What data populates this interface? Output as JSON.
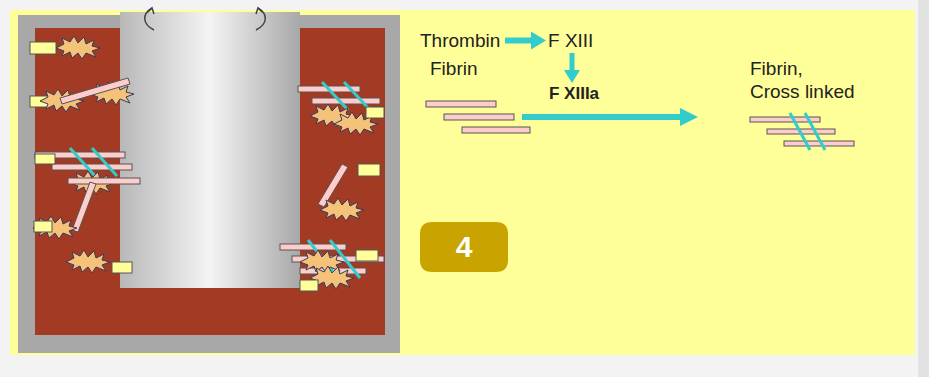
{
  "diagram": {
    "nodes": [
      {
        "text": [
          "Thrombin"
        ]
      },
      {
        "text": [
          "F XIII"
        ]
      },
      {
        "text": [
          "Fibrin"
        ]
      },
      {
        "text": [
          "F XIIIa"
        ]
      },
      {
        "text": [
          "Fibrin, Cross linked"
        ]
      },
      {
        "text": [
          "4"
        ]
      }
    ],
    "edges": [
      {
        "from": 0,
        "to": 1,
        "arrow": "to"
      },
      {
        "from": 1,
        "to": 3,
        "arrow": "to"
      },
      {
        "from": 2,
        "to": 4,
        "arrow": "to"
      }
    ]
  }
}
